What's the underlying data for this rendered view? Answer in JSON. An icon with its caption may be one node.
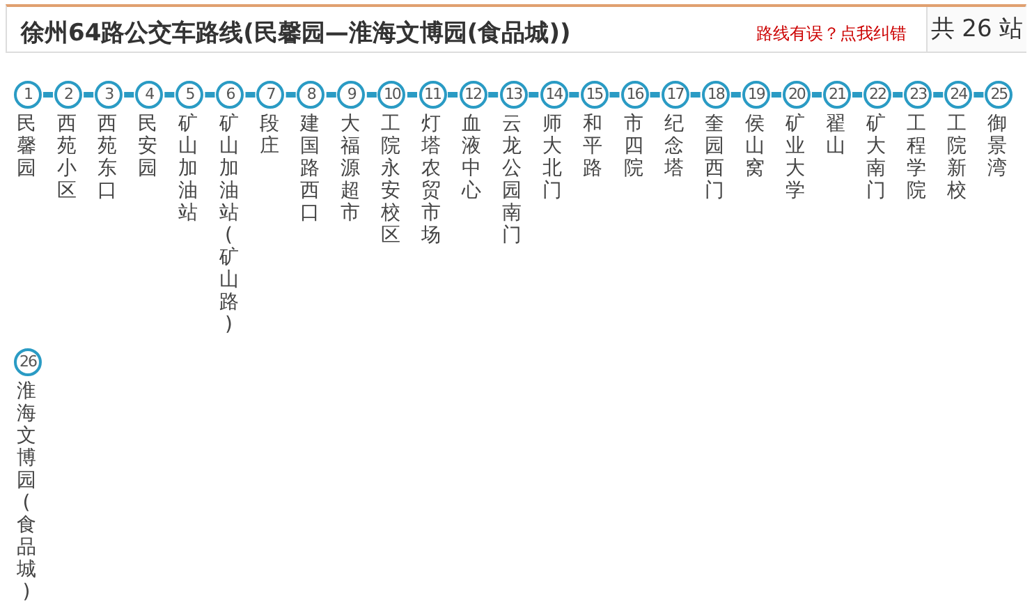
{
  "diagram": {
    "title": "徐州64路公交车路线(民馨园—淮海文博园(食品城))",
    "nodes": [
      {
        "text": [
          "1"
        ],
        "beside": [
          "民馨园"
        ]
      },
      {
        "text": [
          "2"
        ],
        "beside": [
          "西苑小区"
        ]
      },
      {
        "text": [
          "3"
        ],
        "beside": [
          "西苑东口"
        ]
      },
      {
        "text": [
          "4"
        ],
        "beside": [
          "民安园"
        ]
      },
      {
        "text": [
          "5"
        ],
        "beside": [
          "矿山加油站"
        ]
      },
      {
        "text": [
          "6"
        ],
        "beside": [
          "矿山加油站(矿山路)"
        ]
      },
      {
        "text": [
          "7"
        ],
        "beside": [
          "段庄"
        ]
      },
      {
        "text": [
          "8"
        ],
        "beside": [
          "建国路西口"
        ]
      },
      {
        "text": [
          "9"
        ],
        "beside": [
          "大福源超市"
        ]
      },
      {
        "text": [
          "10"
        ],
        "beside": [
          "工院永安校区"
        ]
      },
      {
        "text": [
          "11"
        ],
        "beside": [
          "灯塔农贸市场"
        ]
      },
      {
        "text": [
          "12"
        ],
        "beside": [
          "血液中心"
        ]
      },
      {
        "text": [
          "13"
        ],
        "beside": [
          "云龙公园南门"
        ]
      },
      {
        "text": [
          "14"
        ],
        "beside": [
          "师大北门"
        ]
      },
      {
        "text": [
          "15"
        ],
        "beside": [
          "和平路"
        ]
      },
      {
        "text": [
          "16"
        ],
        "beside": [
          "市四院"
        ]
      },
      {
        "text": [
          "17"
        ],
        "beside": [
          "纪念塔"
        ]
      },
      {
        "text": [
          "18"
        ],
        "beside": [
          "奎园西门"
        ]
      },
      {
        "text": [
          "19"
        ],
        "beside": [
          "侯山窝"
        ]
      },
      {
        "text": [
          "20"
        ],
        "beside": [
          "矿业大学"
        ]
      },
      {
        "text": [
          "21"
        ],
        "beside": [
          "翟山"
        ]
      },
      {
        "text": [
          "22"
        ],
        "beside": [
          "矿大南门"
        ]
      },
      {
        "text": [
          "23"
        ],
        "beside": [
          "工程学院"
        ]
      },
      {
        "text": [
          "24"
        ],
        "beside": [
          "工院新校"
        ]
      },
      {
        "text": [
          "25"
        ],
        "beside": [
          "御景湾"
        ]
      },
      {
        "text": [
          "26"
        ],
        "beside": [
          "淮海文博园(食品城)"
        ]
      }
    ],
    "edges": [
      {
        "from": 0,
        "to": 1,
        "arrow": "none"
      },
      {
        "from": 1,
        "to": 2,
        "arrow": "none"
      },
      {
        "from": 2,
        "to": 3,
        "arrow": "none"
      },
      {
        "from": 3,
        "to": 4,
        "arrow": "none"
      },
      {
        "from": 4,
        "to": 5,
        "arrow": "none"
      },
      {
        "from": 5,
        "to": 6,
        "arrow": "none"
      },
      {
        "from": 6,
        "to": 7,
        "arrow": "none"
      },
      {
        "from": 7,
        "to": 8,
        "arrow": "none"
      },
      {
        "from": 8,
        "to": 9,
        "arrow": "none"
      },
      {
        "from": 9,
        "to": 10,
        "arrow": "none"
      },
      {
        "from": 10,
        "to": 11,
        "arrow": "none"
      },
      {
        "from": 11,
        "to": 12,
        "arrow": "none"
      },
      {
        "from": 12,
        "to": 13,
        "arrow": "none"
      },
      {
        "from": 13,
        "to": 14,
        "arrow": "none"
      },
      {
        "from": 14,
        "to": 15,
        "arrow": "none"
      },
      {
        "from": 15,
        "to": 16,
        "arrow": "none"
      },
      {
        "from": 16,
        "to": 17,
        "arrow": "none"
      },
      {
        "from": 17,
        "to": 18,
        "arrow": "none"
      },
      {
        "from": 18,
        "to": 19,
        "arrow": "none"
      },
      {
        "from": 19,
        "to": 20,
        "arrow": "none"
      },
      {
        "from": 20,
        "to": 21,
        "arrow": "none"
      },
      {
        "from": 21,
        "to": 22,
        "arrow": "none"
      },
      {
        "from": 22,
        "to": 23,
        "arrow": "none"
      },
      {
        "from": 23,
        "to": 24,
        "arrow": "none"
      }
    ],
    "labels": [
      "路线有误？点我纠错",
      "共 26 站"
    ]
  }
}
